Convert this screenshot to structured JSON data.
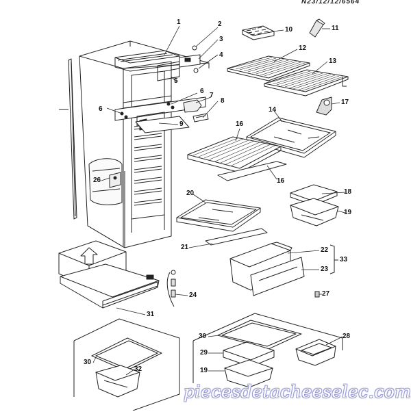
{
  "header_text": "N23/12/12/6564",
  "watermark": "piecesdetacheeselec.com",
  "callouts": [
    {
      "id": "c1",
      "text": "1"
    },
    {
      "id": "c2",
      "text": "2"
    },
    {
      "id": "c3",
      "text": "3"
    },
    {
      "id": "c4",
      "text": "4"
    },
    {
      "id": "c5",
      "text": "5"
    },
    {
      "id": "c6a",
      "text": "6"
    },
    {
      "id": "c6b",
      "text": "6"
    },
    {
      "id": "c7",
      "text": "7"
    },
    {
      "id": "c8",
      "text": "8"
    },
    {
      "id": "c9",
      "text": "9"
    },
    {
      "id": "c10",
      "text": "10"
    },
    {
      "id": "c11",
      "text": "11"
    },
    {
      "id": "c12",
      "text": "12"
    },
    {
      "id": "c13",
      "text": "13"
    },
    {
      "id": "c14",
      "text": "14"
    },
    {
      "id": "c16a",
      "text": "16"
    },
    {
      "id": "c16b",
      "text": "16"
    },
    {
      "id": "c17",
      "text": "17"
    },
    {
      "id": "c18",
      "text": "18"
    },
    {
      "id": "c19a",
      "text": "19"
    },
    {
      "id": "c20",
      "text": "20"
    },
    {
      "id": "c21",
      "text": "21"
    },
    {
      "id": "c22",
      "text": "22"
    },
    {
      "id": "c23",
      "text": "23"
    },
    {
      "id": "c24",
      "text": "24"
    },
    {
      "id": "c26",
      "text": "26"
    },
    {
      "id": "c27",
      "text": "27"
    },
    {
      "id": "c28",
      "text": "28"
    },
    {
      "id": "c29",
      "text": "29"
    },
    {
      "id": "c30a",
      "text": "30"
    },
    {
      "id": "c30b",
      "text": "30"
    },
    {
      "id": "c31",
      "text": "31"
    },
    {
      "id": "c32",
      "text": "32"
    },
    {
      "id": "c33",
      "text": "33"
    },
    {
      "id": "c19b",
      "text": "19"
    }
  ]
}
